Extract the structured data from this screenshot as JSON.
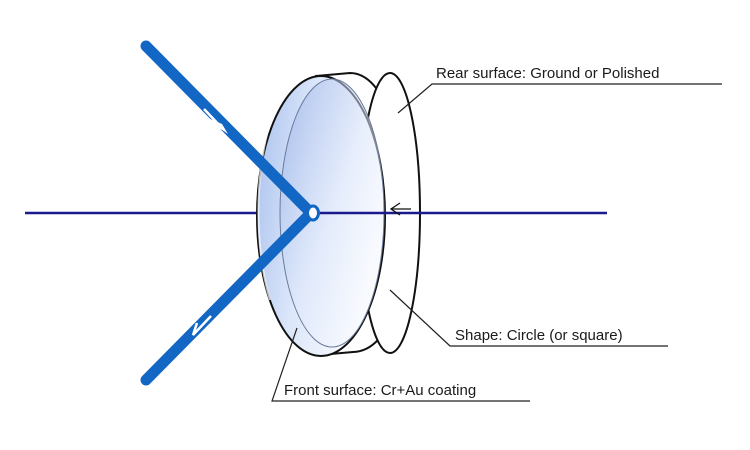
{
  "labels": {
    "rear_surface": "Rear surface: Ground or Polished",
    "shape": "Shape: Circle (or square)",
    "front_surface": "Front surface: Cr+Au coating"
  },
  "colors": {
    "beam": "#1266c4",
    "axis": "#1a1a8c",
    "mirror_edge": "#111111",
    "face_light": "#ffffff",
    "face_dark": "#9fb8ea",
    "leader": "#222222"
  }
}
